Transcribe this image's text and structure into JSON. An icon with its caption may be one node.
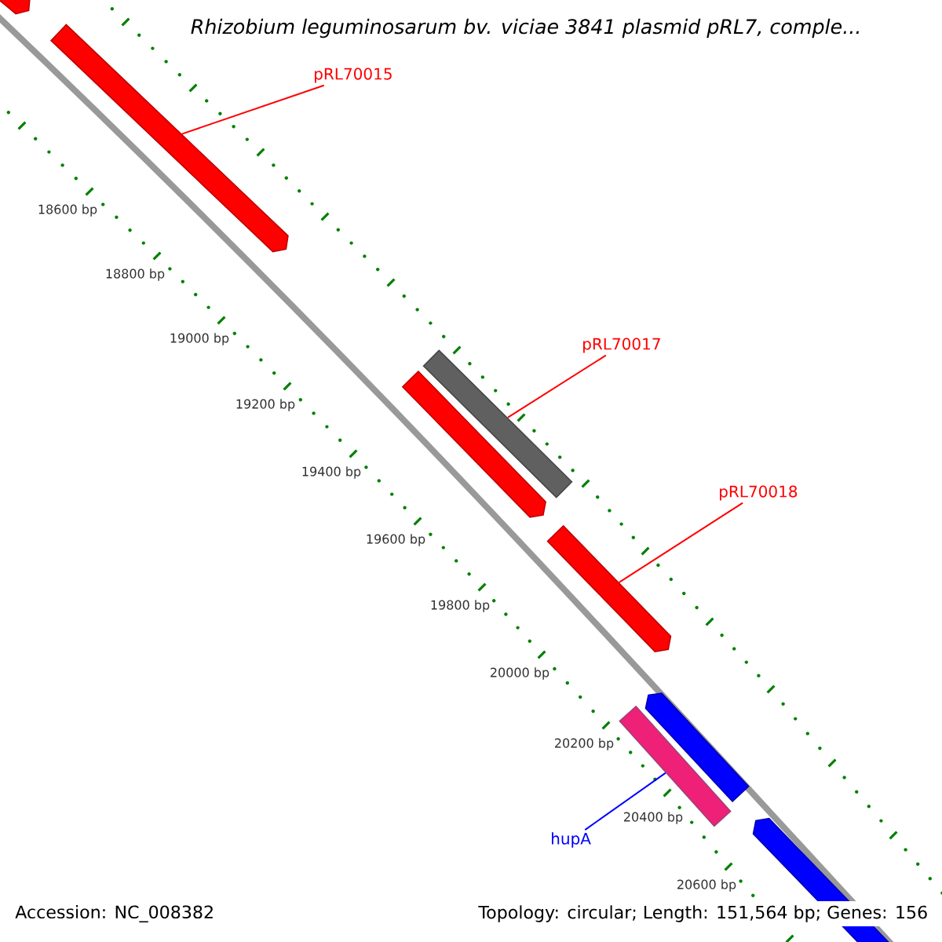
{
  "diagram": {
    "title": "Rhizobium leguminosarum bv. viciae 3841 plasmid pRL7, comple...",
    "nodes": [
      {
        "text": [],
        "shape": "bar"
      },
      {
        "text": [
          "pRL70015"
        ]
      },
      {
        "text": [],
        "shape": "bar"
      },
      {
        "text": [],
        "shape": "bar"
      },
      {
        "text": [
          "pRL70017"
        ]
      },
      {
        "text": [],
        "shape": "bar"
      },
      {
        "text": [
          "pRL70018"
        ]
      },
      {
        "text": [],
        "shape": "bar"
      },
      {
        "text": [],
        "shape": "bar"
      },
      {
        "text": [],
        "shape": "bar"
      },
      {
        "text": [
          "hupA"
        ]
      },
      {
        "text": [],
        "shape": "bar"
      }
    ],
    "edges": [
      {
        "from": 1,
        "to": 2,
        "arrow": "none"
      },
      {
        "from": 4,
        "to": 5,
        "arrow": "none"
      },
      {
        "from": 6,
        "to": 7,
        "arrow": "none"
      },
      {
        "from": 10,
        "to": 8,
        "arrow": "none",
        "color": "#0000ff"
      }
    ],
    "labels": [
      "18600 bp",
      "18800 bp",
      "19000 bp",
      "19200 bp",
      "19400 bp",
      "19600 bp",
      "19800 bp",
      "20000 bp",
      "20200 bp",
      "20400 bp",
      "20600 bp",
      "Accession: NC_008382",
      "Topology: circular; Length: 151,564 bp; Genes: 156"
    ]
  }
}
